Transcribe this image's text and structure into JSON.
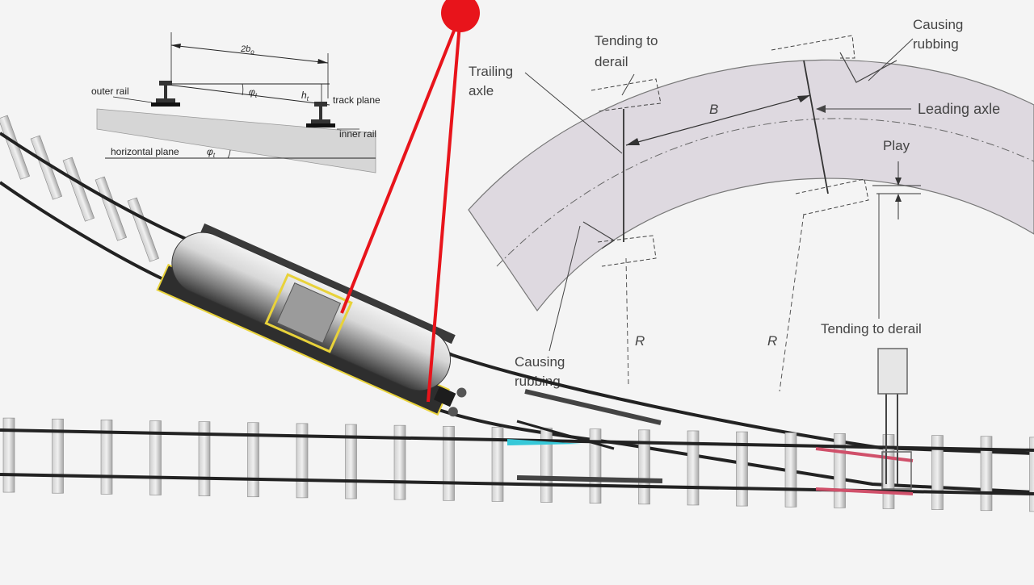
{
  "cant_diagram": {
    "width_label": "2b",
    "width_sub": "o",
    "angle_label": "φ",
    "angle_sub": "t",
    "height_label": "h",
    "height_sub": "t",
    "outer_rail": "outer rail",
    "track_plane": "track plane",
    "inner_rail": "inner rail",
    "horizontal_plane": "horizontal plane",
    "angle2_label": "φ",
    "angle2_sub": "t"
  },
  "curve_diagram": {
    "tending_to_derail_top": [
      "Tending to",
      "derail"
    ],
    "causing_rubbing_top": [
      "Causing",
      "rubbing"
    ],
    "trailing_axle": [
      "Trailing",
      "axle"
    ],
    "leading_axle": "Leading axle",
    "wheelbase": "B",
    "play": "Play",
    "radius_left": "R",
    "radius_right": "R",
    "tending_to_derail_bottom": "Tending to derail",
    "causing_rubbing_bottom": [
      "Causing",
      "rubbing"
    ]
  },
  "colors": {
    "pendulum": "#e8141b",
    "tank_frame": "#e8d23a",
    "switch_point_blade": "#36c8d8",
    "heel_rail": "#d0506a",
    "curve_band": "#ded9e0"
  }
}
